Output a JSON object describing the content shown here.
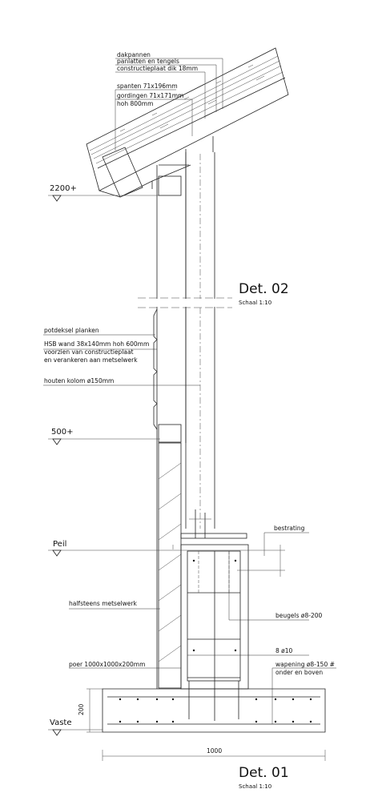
{
  "labels": {
    "dakpannen": "dakpannen",
    "panlatten": "panlatten en tengels",
    "constructieplaat": "constructieplaat dik 18mm",
    "spanten": "spanten 71x196mm",
    "gordingen": "gordingen 71x171mm",
    "gordingen_hoh": "hoh 800mm",
    "potdeksel": "potdeksel planken",
    "hsb1": "HSB wand 38x140mm hoh 600mm",
    "hsb2": "voorzien van constructieplaat",
    "hsb3": "en verankeren aan metselwerk",
    "kolom": "houten kolom ø150mm",
    "bestrating": "bestrating",
    "halfsteens": "halfsteens metselwerk",
    "beugels": "beugels ø8-200",
    "staven": "8 ø10",
    "poer": "poer 1000x1000x200mm",
    "wapening1": "wapening ø8-150 #",
    "wapening2": "onder en boven"
  },
  "levels": {
    "top": "2200+",
    "mid": "500+",
    "peil": "Peil",
    "vaste": "Vaste"
  },
  "details": {
    "det02_title": "Det. 02",
    "det02_scale": "Schaal 1:10",
    "det01_title": "Det. 01",
    "det01_scale": "Schaal 1:10"
  },
  "dimensions": {
    "height": "200",
    "width": "1000"
  },
  "colors": {
    "line": "#222222",
    "concrete": "#d9d9d9",
    "timber": "#9a9a9a"
  }
}
